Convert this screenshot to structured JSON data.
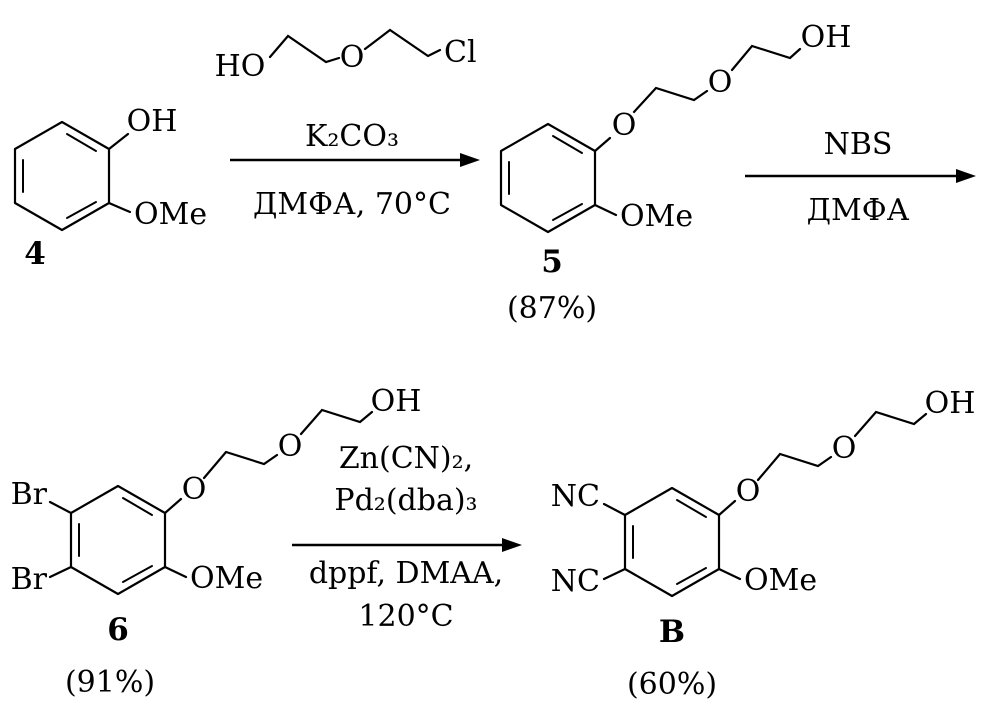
{
  "ink_color": "#000000",
  "scheme": {
    "compounds": {
      "c4": {
        "oh": "OH",
        "ome": "OMe",
        "label": "4"
      },
      "c5": {
        "o_ring": "O",
        "o_mid": "O",
        "oh": "OH",
        "ome": "OMe",
        "label": "5",
        "yield": "(87%)"
      },
      "c6": {
        "br_top": "Br",
        "br_bottom": "Br",
        "o_ring": "O",
        "o_mid": "O",
        "oh": "OH",
        "ome": "OMe",
        "label": "6",
        "yield": "(91%)"
      },
      "cb": {
        "nc_top": "NC",
        "nc_bottom": "NC",
        "o_ring": "O",
        "o_mid": "O",
        "oh": "OH",
        "ome": "OMe",
        "label": "B",
        "yield": "(60%)"
      }
    },
    "reagent": {
      "ho": "HO",
      "o": "O",
      "cl": "Cl"
    },
    "steps": {
      "s1": {
        "above": "K₂CO₃",
        "below": "ДМФА, 70°C"
      },
      "s2": {
        "above": "NBS",
        "below": "ДМФА"
      },
      "s3": {
        "line1": "Zn(CN)₂,",
        "line2": "Pd₂(dba)₃",
        "line3": "dppf, DMAA,",
        "line4": "120°C"
      }
    }
  }
}
